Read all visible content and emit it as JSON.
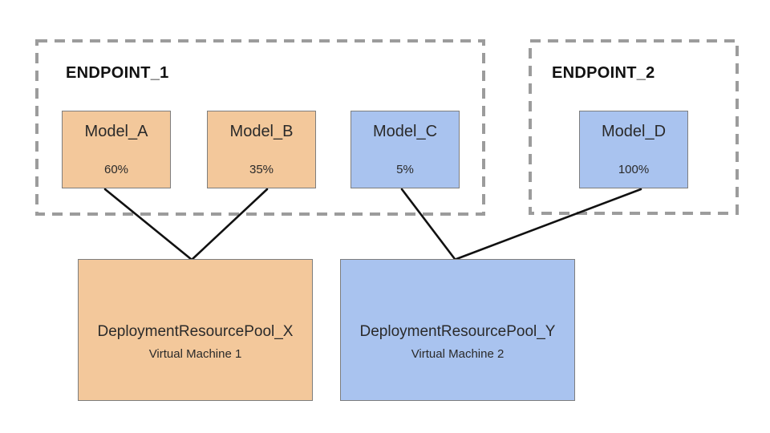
{
  "colors": {
    "orange_fill": "#f3c89b",
    "blue_fill": "#a9c3ef",
    "box_border": "#7e7e7e",
    "dashed_border": "#9c9c9c",
    "connector": "#111111",
    "text_primary": "#2a2a2a",
    "text_strong": "#111111",
    "canvas_bg": "#ffffff"
  },
  "endpoints": [
    {
      "label": "ENDPOINT_1"
    },
    {
      "label": "ENDPOINT_2"
    }
  ],
  "models": [
    {
      "name": "Model_A",
      "traffic_split": "60%"
    },
    {
      "name": "Model_B",
      "traffic_split": "35%"
    },
    {
      "name": "Model_C",
      "traffic_split": "5%"
    },
    {
      "name": "Model_D",
      "traffic_split": "100%"
    }
  ],
  "pools": [
    {
      "name": "DeploymentResourcePool_X",
      "machine": "Virtual Machine 1"
    },
    {
      "name": "DeploymentResourcePool_Y",
      "machine": "Virtual Machine 2"
    }
  ]
}
